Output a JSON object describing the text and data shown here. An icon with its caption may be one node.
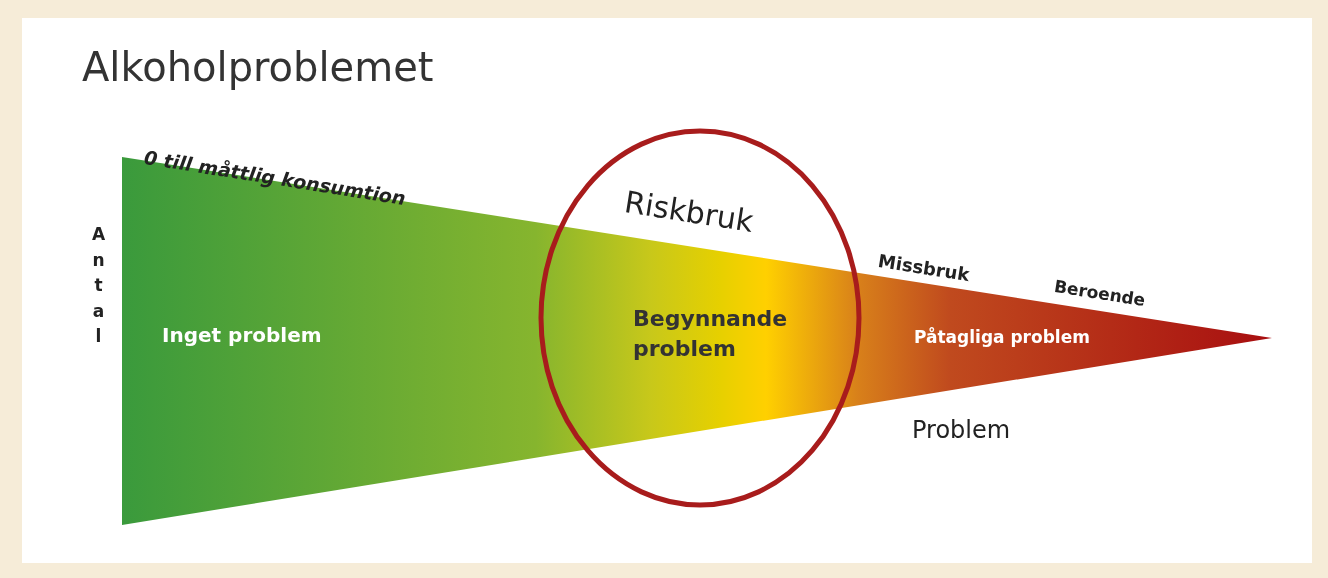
{
  "diagram": {
    "title": "Alkoholproblemet",
    "nodes": [
      {
        "text": [
          "Inget problem",
          "Påtagliga problem"
        ]
      },
      {
        "text": [
          "Riskbruk",
          "Begynnande problem"
        ]
      }
    ],
    "labels": [
      "0 till måttlig konsumtion",
      "Antal",
      "Missbruk",
      "Beroende",
      "Problem"
    ]
  }
}
